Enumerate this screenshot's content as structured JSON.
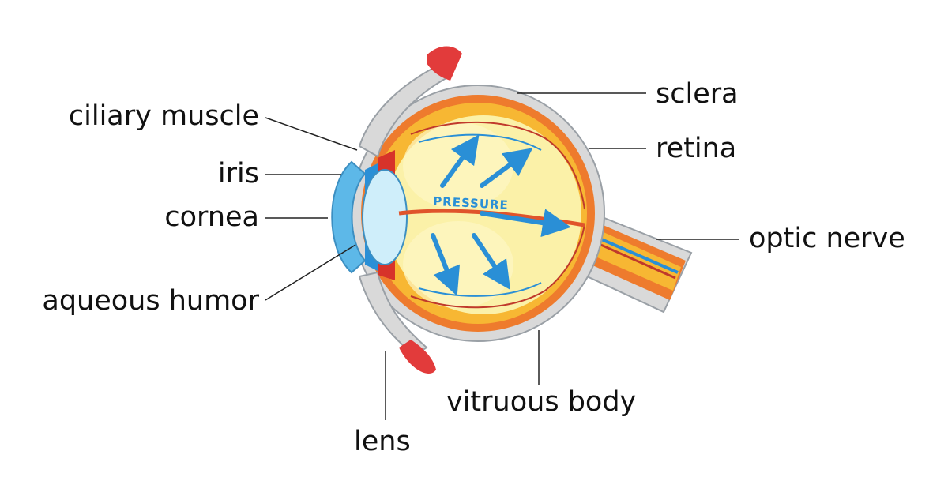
{
  "labels": {
    "ciliary_muscle": "ciliary muscle",
    "iris": "iris",
    "cornea": "cornea",
    "aqueous_humor": "aqueous humor",
    "lens": "lens",
    "vitreous_body": "vitruous body",
    "sclera": "sclera",
    "retina": "retina",
    "optic_nerve": "optic nerve"
  },
  "annotation": "PRESSURE",
  "colors": {
    "sclera": "#d9d9d9",
    "choroid": "#ee7b2d",
    "retina": "#f7b733",
    "vitreous": "#fbf1a8",
    "cornea": "#5db8e8",
    "lens": "#cfeefa",
    "muscle": "#e23b3b",
    "vessel": "#c0392b",
    "arrow": "#2a8fd6",
    "leader": "#222222"
  }
}
